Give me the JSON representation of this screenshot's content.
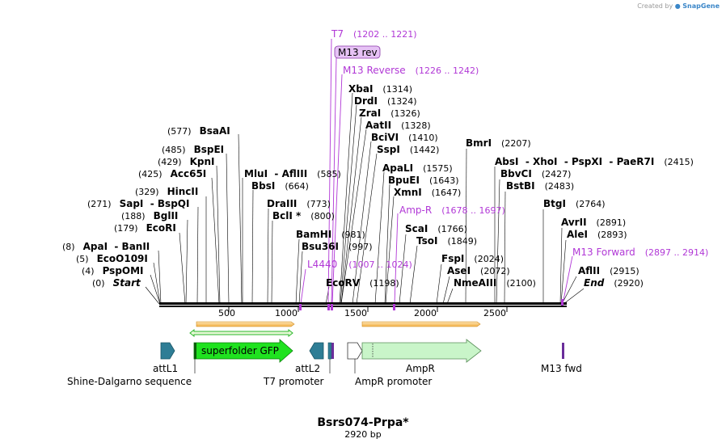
{
  "credit": {
    "prefix": "Created by",
    "brand": "SnapGene"
  },
  "title": "Bsrs074-Prpa*",
  "length": "2920 bp",
  "ruler_ticks": [
    "500",
    "1000",
    "1500",
    "2000",
    "2500"
  ],
  "sites": [
    {
      "id": "t7",
      "label": "T7",
      "coord": "(1202 .. 1221)",
      "primer": true
    },
    {
      "id": "m13rev",
      "label": "M13 rev",
      "primer": true,
      "boxed": true
    },
    {
      "id": "m13reverse",
      "label": "M13 Reverse",
      "coord": "(1226 .. 1242)",
      "primer": true
    },
    {
      "id": "xbai",
      "label": "XbaI",
      "coord": "(1314)"
    },
    {
      "id": "drdi",
      "label": "DrdI",
      "coord": "(1324)"
    },
    {
      "id": "zrai",
      "label": "ZraI",
      "coord": "(1326)"
    },
    {
      "id": "aatii",
      "label": "AatII",
      "coord": "(1328)"
    },
    {
      "id": "bcivi",
      "label": "BciVI",
      "coord": "(1410)"
    },
    {
      "id": "sspi",
      "label": "SspI",
      "coord": "(1442)"
    },
    {
      "id": "apali",
      "label": "ApaLI",
      "coord": "(1575)"
    },
    {
      "id": "bpuei",
      "label": "BpuEI",
      "coord": "(1643)"
    },
    {
      "id": "xmni",
      "label": "XmnI",
      "coord": "(1647)"
    },
    {
      "id": "ampr_p",
      "label": "Amp-R",
      "coord": "(1678 .. 1697)",
      "primer": true
    },
    {
      "id": "scai",
      "label": "ScaI",
      "coord": "(1766)"
    },
    {
      "id": "tsoi",
      "label": "TsoI",
      "coord": "(1849)"
    },
    {
      "id": "fspi",
      "label": "FspI",
      "coord": "(2024)"
    },
    {
      "id": "asei",
      "label": "AseI",
      "coord": "(2072)"
    },
    {
      "id": "nmeaiii",
      "label": "NmeAIII",
      "coord": "(2100)"
    },
    {
      "id": "bmri",
      "label": "BmrI",
      "coord": "(2207)"
    },
    {
      "id": "absi",
      "label": "AbsI  - XhoI  - PspXI  - PaeR7I",
      "coord": "(2415)"
    },
    {
      "id": "bbvci",
      "label": "BbvCI",
      "coord": "(2427)"
    },
    {
      "id": "bstbi",
      "label": "BstBI",
      "coord": "(2483)"
    },
    {
      "id": "btgi",
      "label": "BtgI",
      "coord": "(2764)"
    },
    {
      "id": "avrii",
      "label": "AvrII",
      "coord": "(2891)"
    },
    {
      "id": "alei",
      "label": "AleI",
      "coord": "(2893)"
    },
    {
      "id": "m13fwd_p",
      "label": "M13 Forward",
      "coord": "(2897 .. 2914)",
      "primer": true
    },
    {
      "id": "afliii",
      "label": "AflII",
      "coord": "(2915)"
    },
    {
      "id": "end",
      "label": "End",
      "coord": "(2920)",
      "italic": true
    },
    {
      "id": "bsaai",
      "label": "BsaAI",
      "coord": "(577)",
      "left": true
    },
    {
      "id": "bspei",
      "label": "BspEI",
      "coord": "(485)",
      "left": true
    },
    {
      "id": "kpni",
      "label": "KpnI",
      "coord": "(429)",
      "left": true
    },
    {
      "id": "acc65i",
      "label": "Acc65I",
      "coord": "(425)",
      "left": true
    },
    {
      "id": "hincii",
      "label": "HincII",
      "coord": "(329)",
      "left": true
    },
    {
      "id": "sapi",
      "label": "SapI  - BspQI",
      "coord": "(271)",
      "left": true
    },
    {
      "id": "bglii",
      "label": "BglII",
      "coord": "(188)",
      "left": true
    },
    {
      "id": "ecori",
      "label": "EcoRI",
      "coord": "(179)",
      "left": true
    },
    {
      "id": "apai",
      "label": "ApaI  - BanII",
      "coord": "(8)",
      "left": true
    },
    {
      "id": "ecoo109i",
      "label": "EcoO109I",
      "coord": "(5)",
      "left": true
    },
    {
      "id": "pspomi",
      "label": "PspOMI",
      "coord": "(4)",
      "left": true
    },
    {
      "id": "start",
      "label": "Start",
      "coord": "(0)",
      "left": true,
      "italic": true
    },
    {
      "id": "mlui",
      "label": "MluI  - AflIII",
      "coord": "(585)"
    },
    {
      "id": "bbsi",
      "label": "BbsI",
      "coord": "(664)"
    },
    {
      "id": "draiii",
      "label": "DraIII",
      "coord": "(773)"
    },
    {
      "id": "bcli",
      "label": "BclI *",
      "coord": "(800)"
    },
    {
      "id": "bamhi",
      "label": "BamHI",
      "coord": "(981)"
    },
    {
      "id": "bsu36i",
      "label": "Bsu36I",
      "coord": "(997)"
    },
    {
      "id": "l4440",
      "label": "L4440",
      "coord": "(1007 .. 1024)",
      "primer": true
    },
    {
      "id": "ecorv",
      "label": "EcoRV",
      "coord": "(1198)"
    }
  ],
  "features": [
    {
      "id": "attl1",
      "label": "attL1"
    },
    {
      "id": "sd",
      "label": "Shine-Dalgarno sequence"
    },
    {
      "id": "sfgfp",
      "label": "superfolder GFP"
    },
    {
      "id": "t7prom",
      "label": "T7 promoter"
    },
    {
      "id": "attl2",
      "label": "attL2"
    },
    {
      "id": "amprprom",
      "label": "AmpR promoter"
    },
    {
      "id": "ampr",
      "label": "AmpR"
    },
    {
      "id": "m13fwd",
      "label": "M13 fwd"
    }
  ],
  "colors": {
    "primer": "#b138d6",
    "gfp": "#1fe21f",
    "ampr": "#c9f5c9",
    "att": "#2e7d95",
    "orf": "#f5a623",
    "backbone": "#000000"
  }
}
